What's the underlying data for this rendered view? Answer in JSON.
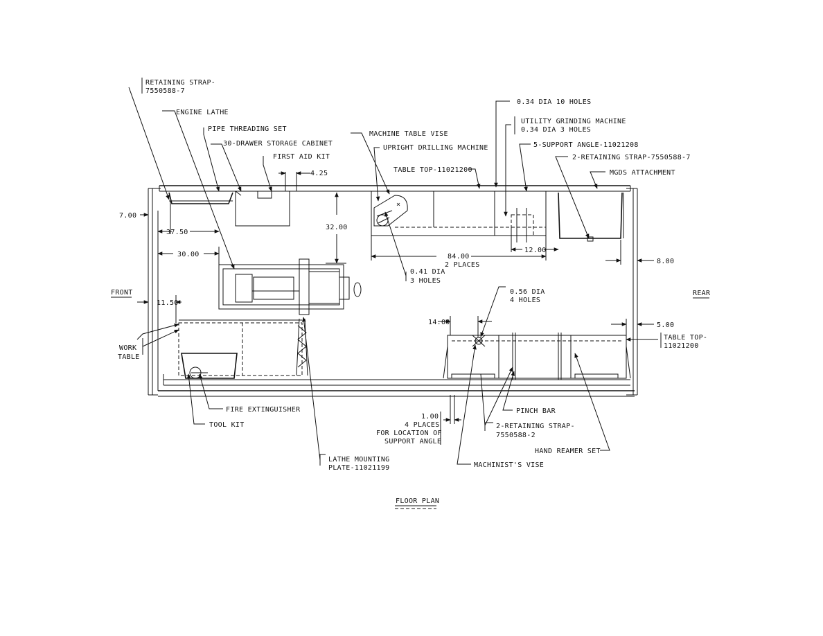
{
  "title": "FLOOR PLAN",
  "orientation": {
    "front": "FRONT",
    "rear": "REAR"
  },
  "callouts": {
    "retaining_strap_top": [
      "RETAINING STRAP-",
      "7550588-7"
    ],
    "engine_lathe": "ENGINE LATHE",
    "pipe_threading_set": "PIPE THREADING SET",
    "drawer_cabinet": "30-DRAWER STORAGE CABINET",
    "first_aid_kit": "FIRST AID KIT",
    "machine_table_vise": "MACHINE TABLE VISE",
    "upright_drilling_machine": "UPRIGHT DRILLING MACHINE",
    "table_top_upper": "TABLE TOP-11021200",
    "holes_034_10": "0.34 DIA 10 HOLES",
    "utility_grinding_machine": [
      "UTILITY GRINDING MACHINE",
      "0.34 DIA 3 HOLES"
    ],
    "support_angle": "5-SUPPORT ANGLE-11021208",
    "retaining_strap_right": "2-RETAINING STRAP-7550588-7",
    "mgds_attachment": "MGDS ATTACHMENT",
    "holes_041": [
      "0.41 DIA",
      "3 HOLES"
    ],
    "holes_056": [
      "0.56 DIA",
      "4 HOLES"
    ],
    "table_top_lower": [
      "TABLE TOP-",
      "11021200"
    ],
    "work_table": [
      "WORK",
      "TABLE"
    ],
    "fire_extinguisher": "FIRE EXTINGUISHER",
    "tool_kit": "TOOL KIT",
    "location_support_angle": [
      "1.00",
      "4 PLACES",
      "FOR LOCATION OF",
      "SUPPORT ANGLE"
    ],
    "pinch_bar": "PINCH BAR",
    "retaining_strap_lower": [
      "2-RETAINING STRAP-",
      "7550588-2"
    ],
    "hand_reamer_set": "HAND REAMER SET",
    "lathe_mounting_plate": [
      "LATHE MOUNTING",
      "PLATE-11021199"
    ],
    "machinists_vise": "MACHINIST'S VISE"
  },
  "dimensions": {
    "d_4_25": "4.25",
    "d_7_00": "7.00",
    "d_37_50": "37.50",
    "d_30_00": "30.00",
    "d_32_00": "32.00",
    "d_84_00": [
      "84.00",
      "2 PLACES"
    ],
    "d_12_00": "12.00",
    "d_8_00": "8.00",
    "d_11_50": "11.50",
    "d_14_00": "14.00",
    "d_5_00": "5.00"
  }
}
